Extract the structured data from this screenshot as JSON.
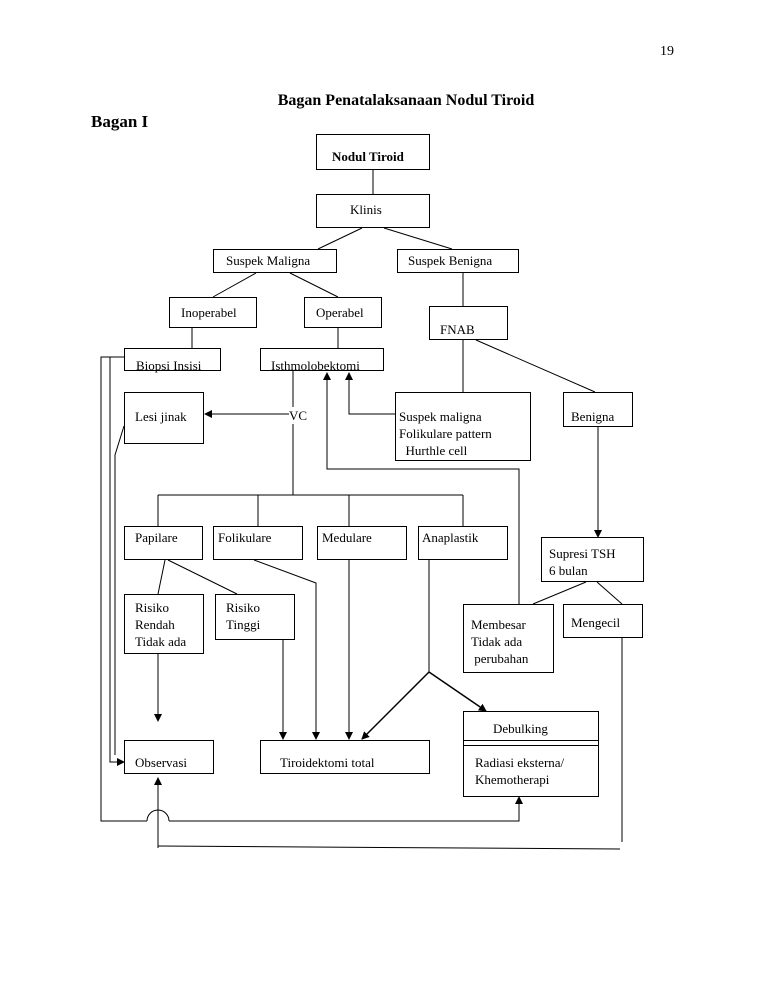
{
  "page_number": "19",
  "title": "Bagan Penatalaksanaan Nodul Tiroid",
  "subtitle": "Bagan I",
  "nodes": {
    "nodul_tiroid": "Nodul Tiroid",
    "klinis": "Klinis",
    "suspek_maligna": "Suspek Maligna",
    "suspek_benigna": "Suspek Benigna",
    "inoperabel": "Inoperabel",
    "operabel": "Operabel",
    "fnab": "FNAB",
    "biopsi_insisi": "Biopsi Insisi",
    "isthmolobektomi": "Isthmolobektomi",
    "lesi_jinak": "Lesi jinak",
    "fnab_result": "Suspek maligna\nFolikulare pattern\n  Hurthle cell",
    "benigna": "Benigna",
    "papilare": "Papilare",
    "folikulare": "Folikulare",
    "medulare": "Medulare",
    "anaplastik": "Anaplastik",
    "supresi_tsh": "Supresi TSH\n6 bulan",
    "risiko_rendah": "Risiko\nRendah\nTidak ada",
    "risiko_tinggi": "Risiko\nTinggi",
    "membesar": "Membesar\nTidak ada\n perubahan",
    "mengecil": "Mengecil",
    "debulking": "Debulking",
    "radiasi": "Radiasi eksterna/\nKhemotherapi",
    "observasi": "Observasi",
    "tiroidektomi_total": "Tiroidektomi total"
  },
  "labels": {
    "vc": "VC"
  }
}
